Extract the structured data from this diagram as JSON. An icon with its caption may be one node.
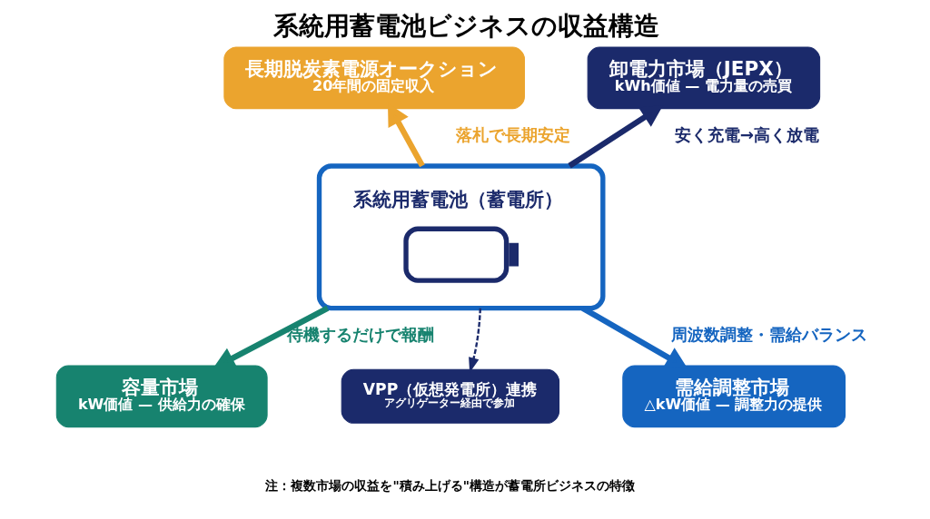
{
  "diagram": {
    "title": "系統用蓄電池ビジネスの収益構造",
    "nodes": [
      {
        "text": [
          "長期脱炭素電源オークション",
          "20年間の固定収入"
        ]
      },
      {
        "text": [
          "卸電力市場（JEPX）",
          "kWh価値 — 電力量の売買"
        ]
      },
      {
        "text": [
          "系統用蓄電池（蓄電所）"
        ]
      },
      {
        "text": [
          "容量市場",
          "kW価値 — 供給力の確保"
        ]
      },
      {
        "text": [
          "VPP（仮想発電所）連携",
          "アグリゲーター経由で参加"
        ]
      },
      {
        "text": [
          "需給調整市場",
          "△kW価値 — 調整力の提供"
        ]
      }
    ],
    "edges": [
      {
        "from": 2,
        "to": 0,
        "arrow": "to",
        "label": "落札で長期安定",
        "color": "#eba42e"
      },
      {
        "from": 2,
        "to": 1,
        "arrow": "to",
        "label": "安く充電→高く放電",
        "color": "#1b2a6b"
      },
      {
        "from": 2,
        "to": 3,
        "arrow": "to",
        "label": "待機するだけで報酬",
        "color": "#17836f"
      },
      {
        "from": 2,
        "to": 4,
        "arrow": "to",
        "style": "dashed",
        "color": "#1b2a6b"
      },
      {
        "from": 2,
        "to": 5,
        "arrow": "to",
        "label": "周波数調整・需給バランス",
        "color": "#1565c0"
      }
    ],
    "labels": [
      "注：複数市場の収益を\"積み上げる\"構造が蓄電所ビジネスの特徴"
    ]
  }
}
